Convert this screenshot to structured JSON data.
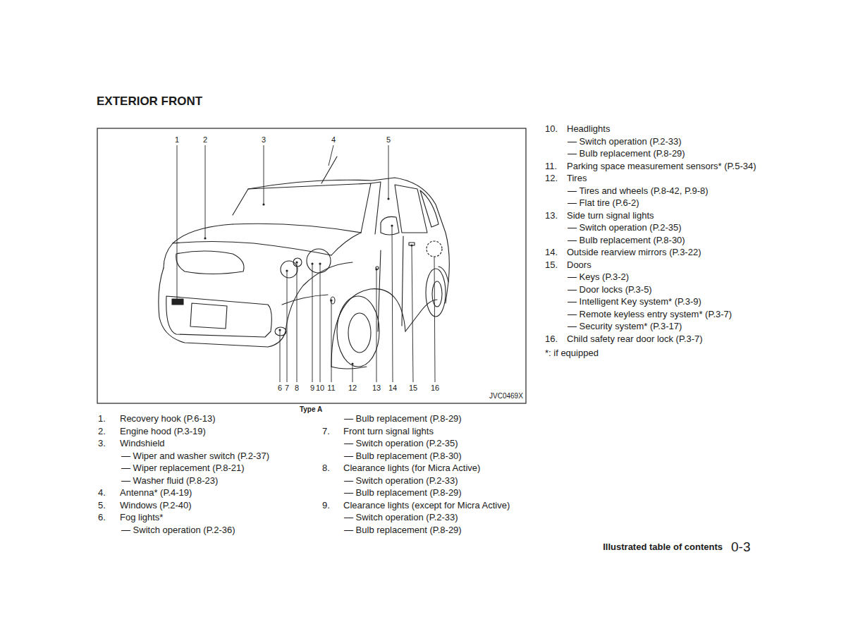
{
  "diagram": {
    "title": "EXTERIOR FRONT",
    "caption": "Type A",
    "labels": [
      "1",
      "2",
      "3",
      "4",
      "5",
      "6",
      "7",
      "8",
      "9",
      "10",
      "11",
      "12",
      "13",
      "14",
      "15",
      "16",
      "JVC0469X",
      "1.",
      "Recovery hook (P.6-13)",
      "2.",
      "Engine hood (P.3-19)",
      "3.",
      "Windshield",
      "— Wiper and washer switch (P.2-37)",
      "— Wiper replacement (P.8-21)",
      "— Washer fluid (P.8-23)",
      "4.",
      "Antenna* (P.4-19)",
      "5.",
      "Windows (P.2-40)",
      "6.",
      "Fog lights*",
      "— Switch operation (P.2-36)",
      "— Bulb replacement (P.8-29)",
      "7.",
      "Front turn signal lights",
      "— Switch operation (P.2-35)",
      "— Bulb replacement (P.8-30)",
      "8.",
      "Clearance lights (for Micra Active)",
      "— Switch operation (P.2-33)",
      "— Bulb replacement (P.8-29)",
      "9.",
      "Clearance lights (except for Micra Active)",
      "— Switch operation (P.2-33)",
      "— Bulb replacement (P.8-29)",
      "10.",
      "Headlights",
      "— Switch operation (P.2-33)",
      "— Bulb replacement (P.8-29)",
      "11.",
      "Parking space measurement sensors* (P.5-34)",
      "12.",
      "Tires",
      "— Tires and wheels (P.8-42, P.9-8)",
      "— Flat tire (P.6-2)",
      "13.",
      "Side turn signal lights",
      "— Switch operation (P.2-35)",
      "— Bulb replacement (P.8-30)",
      "14.",
      "Outside rearview mirrors (P.3-22)",
      "15.",
      "Doors",
      "— Keys (P.3-2)",
      "— Door locks (P.3-5)",
      "— Intelligent Key system* (P.3-9)",
      "— Remote keyless entry system* (P.3-7)",
      "— Security system* (P.3-17)",
      "16.",
      "Child safety rear door lock (P.3-7)",
      "*: if equipped",
      "Illustrated table of contents",
      "0-3"
    ]
  }
}
